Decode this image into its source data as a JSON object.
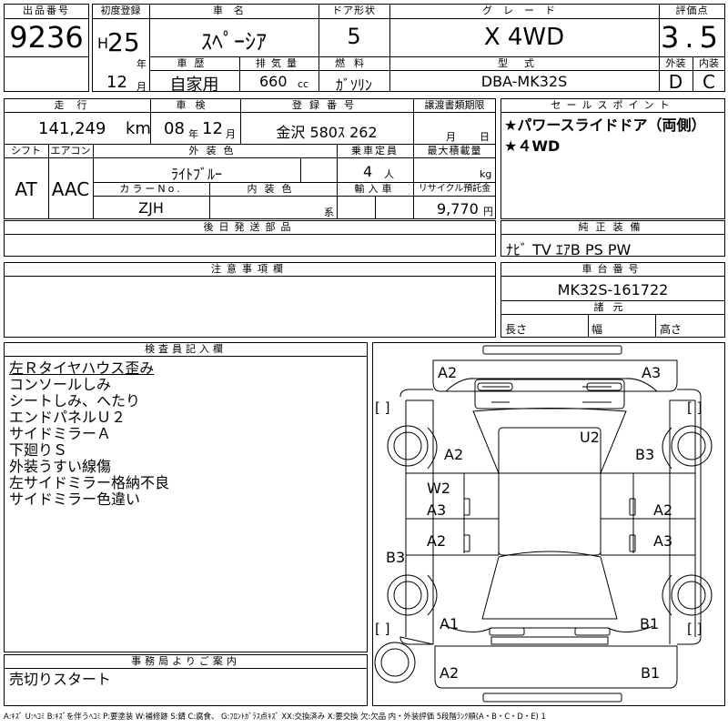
{
  "headers": {
    "lot_no": "出品番号",
    "first_reg": "初度登録",
    "car_name": "車名",
    "doors": "ドア形状",
    "grade": "グレード",
    "score": "評価点",
    "history": "車歴",
    "displacement": "排気量",
    "fuel": "燃料",
    "model_code": "型式",
    "exterior": "外装",
    "interior": "内装",
    "mileage": "走行",
    "inspection": "車検",
    "reg_no": "登録番号",
    "transfer": "譲渡書類期限",
    "selling_points": "セールスポイント",
    "shift": "シフト",
    "aircon": "エアコン",
    "ext_color": "外装色",
    "capacity": "乗車定員",
    "max_load": "最大積載量",
    "color_no": "カラーNo.",
    "int_color": "内装色",
    "import": "輸入車",
    "recycle": "リサイクル預託金",
    "later_parts": "後日発送部品",
    "genuine_equip": "純正装備",
    "notes": "注意事項欄",
    "chassis": "車台番号",
    "dims": "諸元",
    "inspector": "検査員記入欄",
    "office": "事務局よりご案内"
  },
  "values": {
    "lot_no": "9236",
    "era": "H",
    "year": "25",
    "year_unit": "年",
    "month": "12",
    "month_unit": "月",
    "car_name": "ｽﾍﾟｰｼｱ",
    "doors": "5",
    "grade": "X 4WD",
    "score": "3.5",
    "exterior_grade": "D",
    "interior_grade": "C",
    "history": "自家用",
    "displacement": "660",
    "displacement_unit": "cc",
    "fuel": "ｶﾞｿﾘﾝ",
    "model_code": "DBA-MK32S",
    "mileage": "141,249",
    "mileage_unit": "km",
    "insp_year": "08",
    "insp_year_unit": "年",
    "insp_month": "12",
    "insp_month_unit": "月",
    "reg_no": "金沢 580ｽ 262",
    "transfer_month": "月",
    "transfer_day": "日",
    "shift": "AT",
    "aircon": "AAC",
    "ext_color": "ﾗｲﾄﾌﾞﾙｰ",
    "capacity": "4",
    "capacity_unit": "人",
    "max_load_unit": "kg",
    "color_no": "ZJH",
    "int_color_unit": "系",
    "recycle": "9,770",
    "recycle_unit": "円",
    "genuine_equip": "ﾅﾋﾞ TV ｴｱB PS PW",
    "chassis": "MK32S-161722",
    "dim_length": "長さ",
    "dim_width": "幅",
    "dim_height": "高さ",
    "office_note": "売切りスタート"
  },
  "selling_points": [
    "★パワースライドドア（両側）",
    "★４WD"
  ],
  "inspector_notes": [
    "左Ｒタイヤハウス歪み",
    "コンソールしみ",
    "シートしみ、へたり",
    "エンドパネルＵ２",
    "サイドミラーＡ",
    "下廻りＳ",
    "外装うすい線傷",
    "左サイドミラー格納不良",
    "サイドミラー色違い"
  ],
  "diagram_marks": {
    "front_left": "A2",
    "front_right": "A3",
    "roof": "U2",
    "left_fender": "A2",
    "right_fender": "B3",
    "left_door_front_1": "W2",
    "left_door_front_2": "A3",
    "right_door_front": "A2",
    "left_door_rear": "A2",
    "right_door_rear": "A3",
    "left_rocker": "B3",
    "left_quarter": "A1",
    "right_quarter": "B1",
    "rear_left": "A2",
    "rear_right": "B1",
    "bracket": "[   ]"
  },
  "legend": "A:ｷｽﾞ U:ﾍｺﾐ B:ｷｽﾞを伴うﾍｺﾐ P:要塗装 W:補修跡 S:錆 C:腐食、 G:ﾌﾛﾝﾄｶﾞﾗｽ点ｷｽﾞ XX:交換済み X:要交換 欠:欠品 内・外装評価 5段階ﾗﾝｸ順(A・B・C・D・E) 1"
}
